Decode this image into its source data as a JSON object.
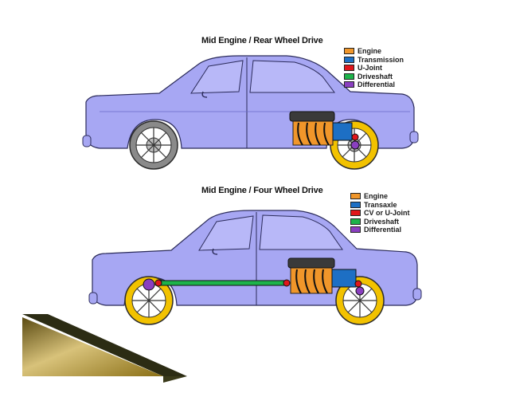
{
  "panels": [
    {
      "title": "Mid Engine / Rear Wheel Drive",
      "legend": [
        {
          "label": "Engine",
          "color": "#f0962a"
        },
        {
          "label": "Transmission",
          "color": "#1d6fc4"
        },
        {
          "label": "U-Joint",
          "color": "#e0161b"
        },
        {
          "label": "Driveshaft",
          "color": "#1db34a"
        },
        {
          "label": "Differential",
          "color": "#8a3fc0"
        }
      ]
    },
    {
      "title": "Mid Engine / Four Wheel Drive",
      "legend": [
        {
          "label": "Engine",
          "color": "#f0962a"
        },
        {
          "label": "Transaxle",
          "color": "#1d6fc4"
        },
        {
          "label": "CV or U-Joint",
          "color": "#e0161b"
        },
        {
          "label": "Driveshaft",
          "color": "#1db34a"
        },
        {
          "label": "Differential",
          "color": "#8a3fc0"
        }
      ]
    }
  ],
  "colors": {
    "car_body": "#a7a7f3",
    "car_outline": "#2b2b5a",
    "tire_rim": "#f2c200",
    "tire_plain": "#8a8a8a",
    "ribbon_gold": "#a88a1c",
    "ribbon_dark": "#3a3a1a"
  }
}
